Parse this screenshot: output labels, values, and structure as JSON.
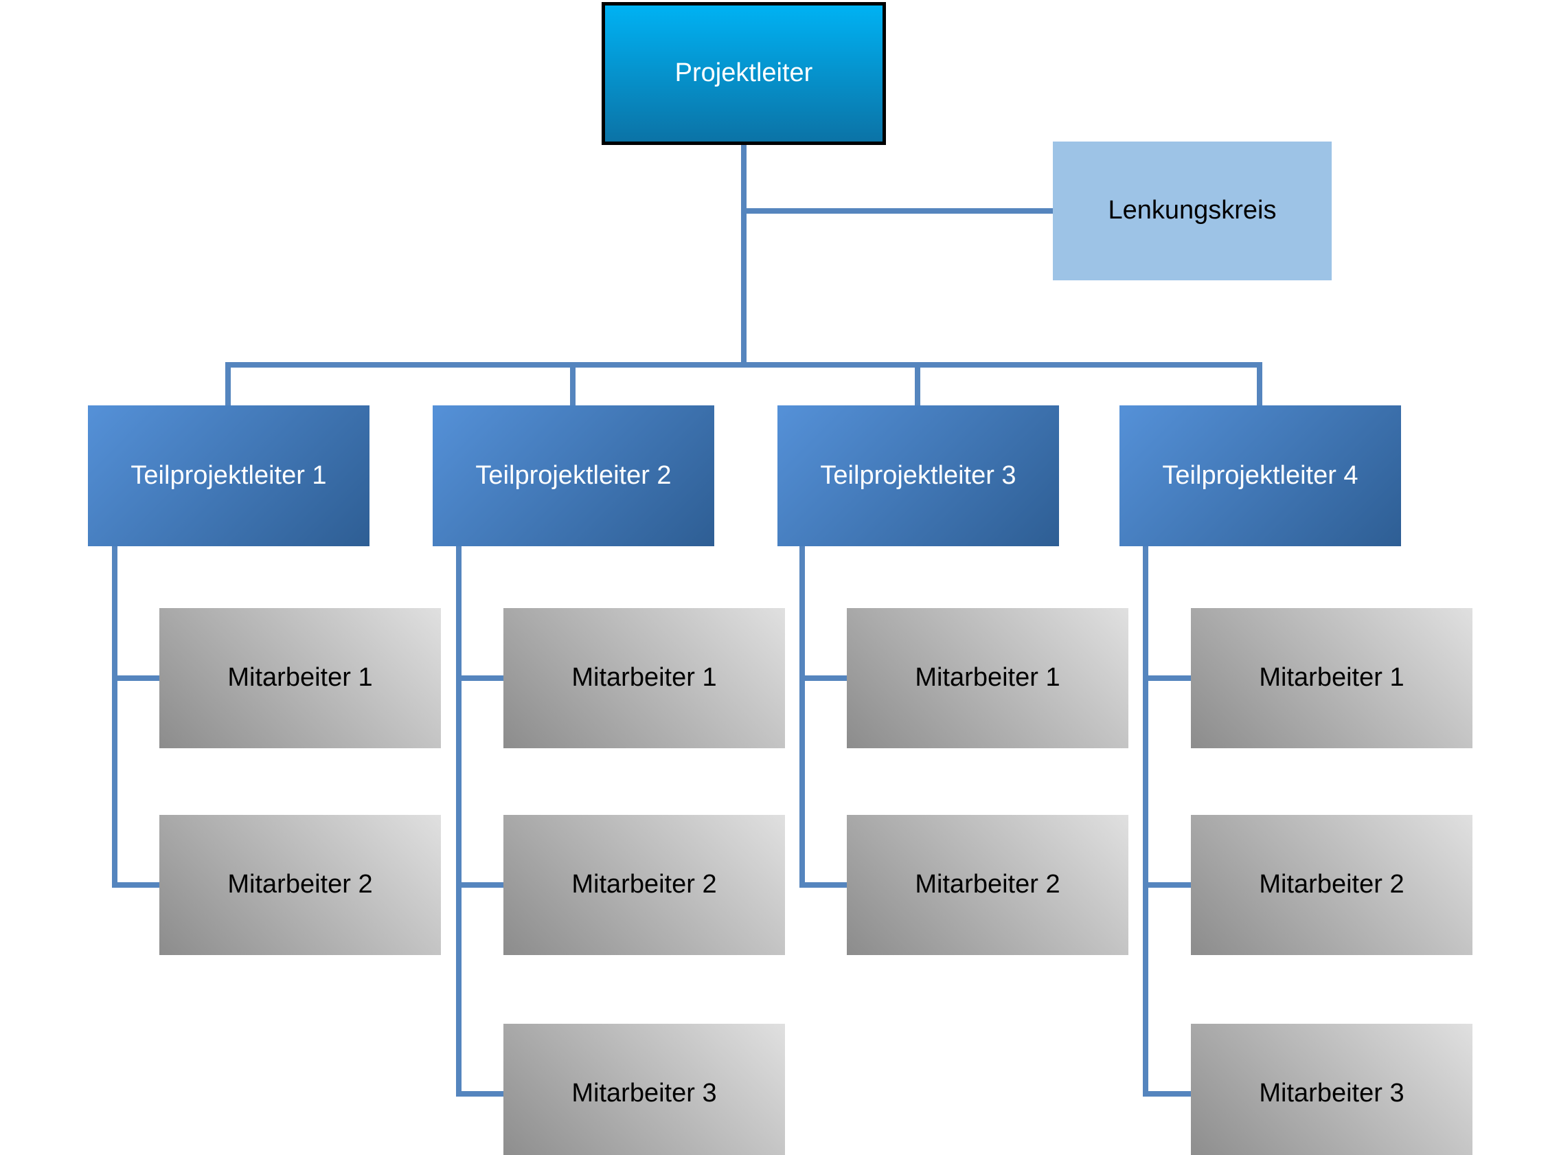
{
  "diagram": {
    "type": "org-chart",
    "root": {
      "label": "Projektleiter"
    },
    "advisory": {
      "label": "Lenkungskreis"
    },
    "branches": [
      {
        "leader": {
          "label": "Teilprojektleiter 1"
        },
        "members": [
          {
            "label": "Mitarbeiter 1"
          },
          {
            "label": "Mitarbeiter 2"
          }
        ]
      },
      {
        "leader": {
          "label": "Teilprojektleiter 2"
        },
        "members": [
          {
            "label": "Mitarbeiter 1"
          },
          {
            "label": "Mitarbeiter 2"
          },
          {
            "label": "Mitarbeiter 3"
          }
        ]
      },
      {
        "leader": {
          "label": "Teilprojektleiter 3"
        },
        "members": [
          {
            "label": "Mitarbeiter 1"
          },
          {
            "label": "Mitarbeiter 2"
          }
        ]
      },
      {
        "leader": {
          "label": "Teilprojektleiter 4"
        },
        "members": [
          {
            "label": "Mitarbeiter 1"
          },
          {
            "label": "Mitarbeiter 2"
          },
          {
            "label": "Mitarbeiter 3"
          }
        ]
      }
    ],
    "colors": {
      "root_top": "#00B2F3",
      "root_bottom": "#0B73A6",
      "root_border": "#000000",
      "root_text": "#FFFFFF",
      "leader_light": "#5591D8",
      "leader_dark": "#2E5E94",
      "member_light": "#E0E0E0",
      "member_dark": "#8C8C8C",
      "member_text": "#000000",
      "advisory_fill": "#9DC3E6",
      "connector": "#5585BE"
    }
  }
}
